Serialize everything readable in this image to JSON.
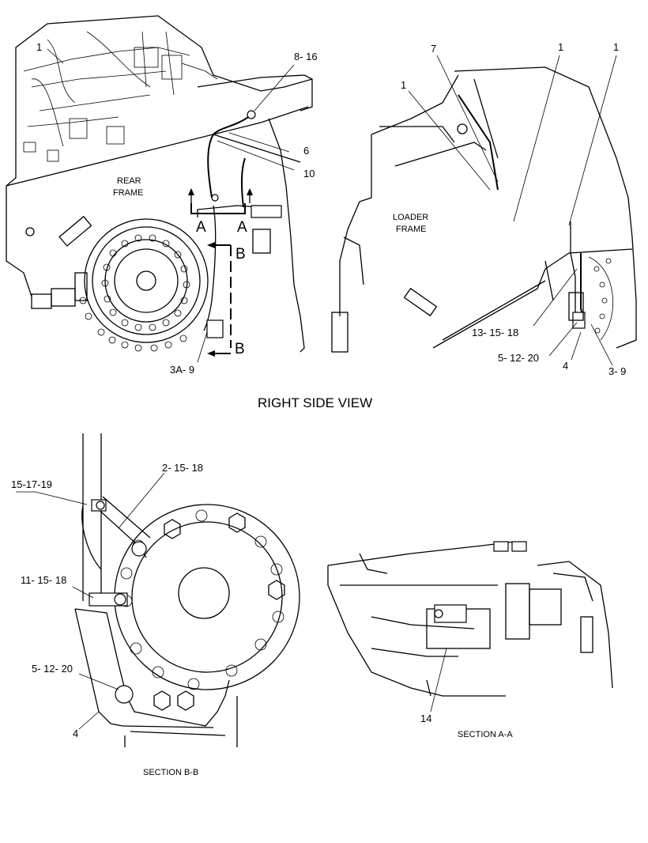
{
  "views": {
    "right_side_title": "RIGHT SIDE VIEW",
    "section_bb_title": "SECTION B-B",
    "section_aa_title": "SECTION A-A"
  },
  "rear_frame": {
    "frame_label_line1": "REAR",
    "frame_label_line2": "FRAME",
    "callouts": {
      "c_1": "1",
      "c_8_16": "8- 16",
      "c_6": "6",
      "c_10": "10",
      "c_3a_9": "3A- 9"
    },
    "section_letters": {
      "a_left": "A",
      "a_right": "A",
      "b_top": "B",
      "b_bottom": "B"
    }
  },
  "loader_frame": {
    "frame_label_line1": "LOADER",
    "frame_label_line2": "FRAME",
    "callouts": {
      "c_7": "7",
      "c_1_top_mid": "1",
      "c_1_top_right": "1",
      "c_1_left": "1",
      "c_13_15_18": "13- 15- 18",
      "c_5_12_20": "5- 12- 20",
      "c_4": "4",
      "c_3_9": "3- 9"
    }
  },
  "section_bb": {
    "callouts": {
      "c_15_17_19": "15-17-19",
      "c_2_15_18": "2- 15- 18",
      "c_11_15_18": "11- 15- 18",
      "c_5_12_20": "5- 12- 20",
      "c_4": "4"
    }
  },
  "section_aa": {
    "callouts": {
      "c_14": "14"
    }
  }
}
